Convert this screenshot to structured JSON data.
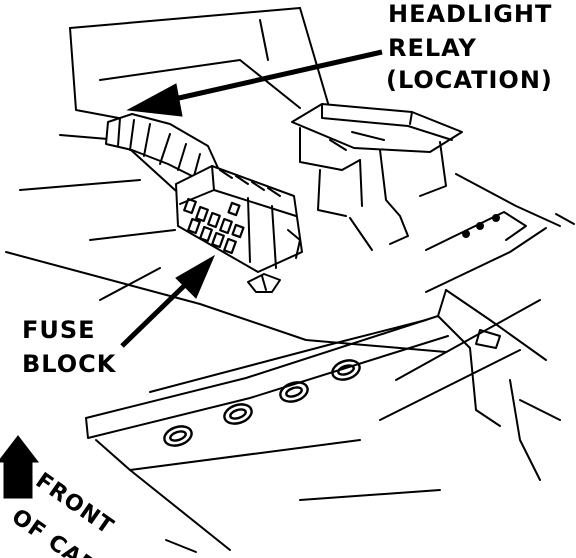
{
  "labels": {
    "headlight_relay": [
      "HEADLIGHT",
      "RELAY",
      "(LOCATION)"
    ],
    "fuse_block": [
      "FUSE",
      "BLOCK"
    ],
    "front_of_car": [
      "FRONT",
      "OF CAR"
    ]
  },
  "colors": {
    "ink": "#000000",
    "paper": "#ffffff"
  }
}
